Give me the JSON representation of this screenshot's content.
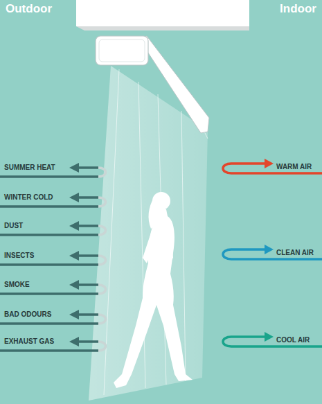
{
  "diagram": {
    "labels": [
      "Outdoor",
      "Indoor",
      "SUMMER HEAT",
      "WINTER COLD",
      "DUST",
      "INSECTS",
      "SMOKE",
      "BAD ODOURS",
      "EXHAUST GAS",
      "WARM AIR",
      "CLEAN AIR",
      "COOL AIR"
    ]
  }
}
